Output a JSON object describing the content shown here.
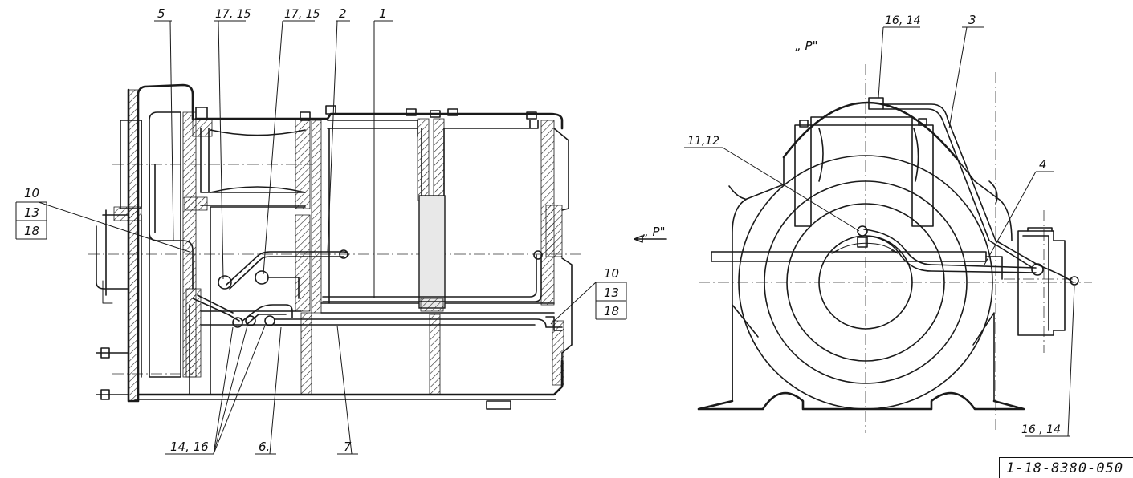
{
  "callouts": {
    "c5": "5",
    "c17_15a": "17, 15",
    "c17_15b": "17, 15",
    "c2": "2",
    "c1": "1",
    "c10_left": "10",
    "c13_left": "13",
    "c18_left": "18",
    "c10_right": "10",
    "c13_right": "13",
    "c18_right": "18",
    "c14_16": "14, 16",
    "c6": "6.",
    "c7": "7",
    "viewP_arrow": "„ P\"",
    "viewP_title": "„ P\"",
    "c16_14_top": "16, 14",
    "c3": "3",
    "c11_12": "11,12",
    "c4": "4",
    "c16_14_bottom": "16 , 14"
  },
  "title_block": {
    "drawing_number": "1-18-8380-050"
  }
}
